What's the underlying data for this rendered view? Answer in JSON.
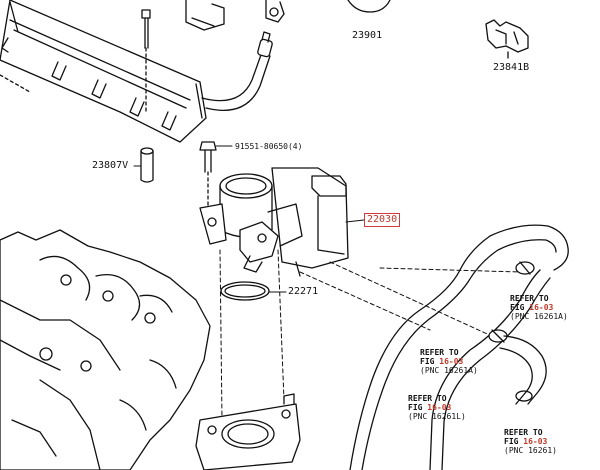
{
  "parts": {
    "p23901": "23901",
    "p23841b": "23841B",
    "p23807v": "23807V",
    "p91551": "91551-80650(4)",
    "p22030": "22030",
    "p22271": "22271"
  },
  "refs": [
    {
      "prefix": "REFER TO",
      "fig_label": "FIG",
      "fig": "16-03",
      "pnc": "(PNC 16261A)"
    },
    {
      "prefix": "REFER TO",
      "fig_label": "FIG",
      "fig": "16-03",
      "pnc": "(PNC 16261A)"
    },
    {
      "prefix": "REFER TO",
      "fig_label": "FIG",
      "fig": "16-03",
      "pnc": "(PNC 16261L)"
    },
    {
      "prefix": "REFER TO",
      "fig_label": "FIG",
      "fig": "16-03",
      "pnc": "(PNC 16261)"
    }
  ],
  "colors": {
    "line": "#111111",
    "highlight": "#d23b3b"
  }
}
